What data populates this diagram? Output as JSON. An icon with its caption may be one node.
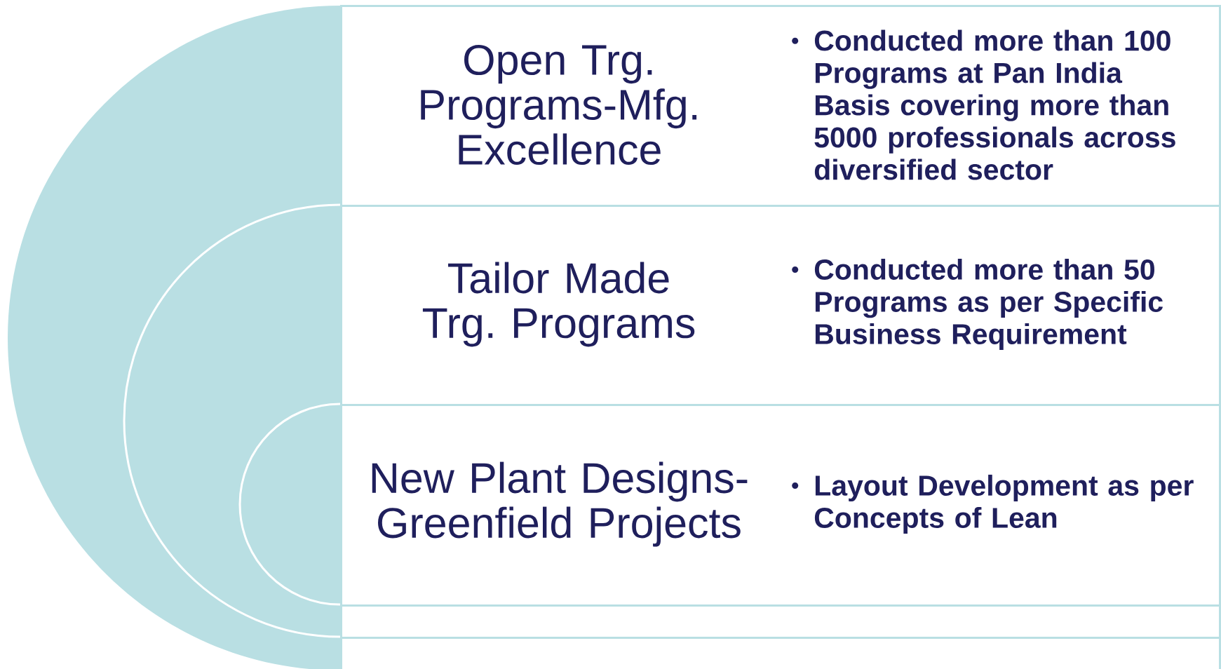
{
  "diagram": {
    "nodes": [
      {
        "text": [
          "Open Trg. Programs-Mfg. Excellence",
          "Conducted more than 100 Programs at Pan India Basis covering more than 5000 professionals across diversified sector"
        ]
      },
      {
        "text": [
          "Tailor Made Trg. Programs",
          "Conducted more than 50 Programs as per Specific Business Requirement"
        ]
      },
      {
        "text": [
          "New Plant Designs-Greenfield Projects",
          "Layout Development as per Concepts of Lean"
        ]
      },
      {
        "text": [],
        "shape": "box"
      },
      {
        "text": [],
        "shape": "box"
      }
    ]
  }
}
